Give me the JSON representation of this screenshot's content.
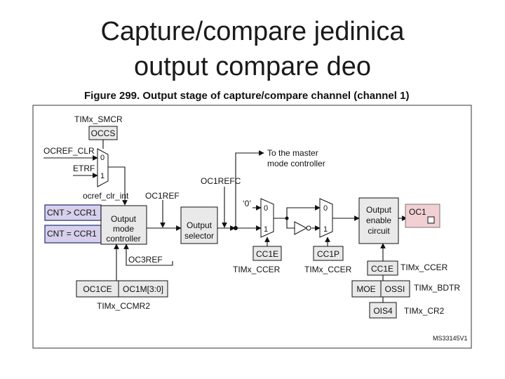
{
  "slide": {
    "title_line1": "Capture/compare jedinica",
    "title_line2": "output compare deo"
  },
  "figure": {
    "caption": "Figure 299. Output stage of capture/compare channel (channel 1)",
    "id": "MS33145V1",
    "labels": {
      "timx_smcr": "TIMx_SMCR",
      "occs": "OCCS",
      "ocref_clr": "OCREF_CLR",
      "etrf": "ETRF",
      "mux_0": "0",
      "mux_1": "1",
      "ocref_clr_int": "ocref_clr_int",
      "oc1ref": "OC1REF",
      "oc1refc": "OC1REFC",
      "to_master_1": "To the master",
      "to_master_2": "mode controller",
      "cnt_gt": "CNT > CCR1",
      "cnt_eq": "CNT = CCR1",
      "omc_1": "Output",
      "omc_2": "mode",
      "omc_3": "controller",
      "os_1": "Output",
      "os_2": "selector",
      "zero_quote": "‘0’",
      "cc1e": "CC1E",
      "cc1p": "CC1P",
      "timx_ccer": "TIMx_CCER",
      "oec_1": "Output",
      "oec_2": "enable",
      "oec_3": "circuit",
      "oc1": "OC1",
      "oc3ref": "OC3REF",
      "oc1ce": "OC1CE",
      "oc1m": "OC1M[3:0]",
      "timx_ccmr2": "TIMx_CCMR2",
      "moe": "MOE",
      "ossi": "OSSI",
      "timx_bdtr": "TIMx_BDTR",
      "ois4": "OIS4",
      "timx_cr2": "TIMx_CR2"
    },
    "colors": {
      "box_fill": "#e9e9e9",
      "highlight_fill": "#d6d0ec",
      "oc1_fill": "#f2cfd3",
      "highlight_border": "#2b3d7a"
    }
  }
}
